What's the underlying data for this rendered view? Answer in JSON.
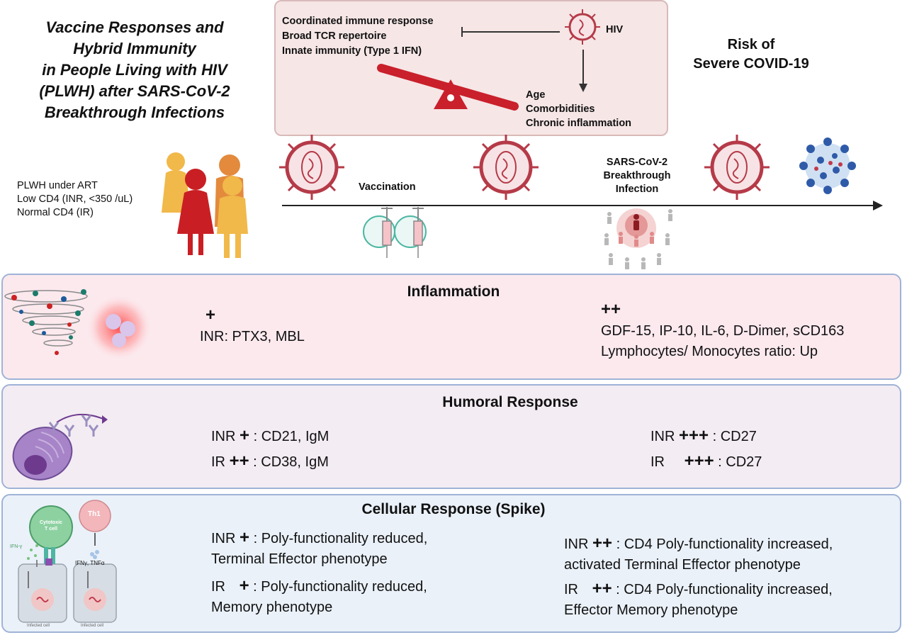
{
  "title_lines": [
    "Vaccine Responses and",
    "Hybrid Immunity",
    "in People Living with HIV",
    "(PLWH) after SARS-CoV-2",
    "Breakthrough Infections"
  ],
  "top_box": {
    "left_items": [
      "Coordinated immune response",
      "Broad TCR repertoire",
      "Innate immunity (Type 1 IFN)"
    ],
    "hiv_label": "HIV",
    "right_items": [
      "Age",
      "Comorbidities",
      "Chronic inflammation"
    ]
  },
  "risk_lines": [
    "Risk of",
    "Severe COVID-19"
  ],
  "plwh_lines": [
    "PLWH under ART",
    "Low CD4 (INR, <350 /uL)",
    "Normal CD4 (IR)"
  ],
  "timeline": {
    "vaccination": "Vaccination",
    "breakthrough_lines": [
      "SARS-CoV-2",
      "Breakthrough",
      "Infection"
    ]
  },
  "inflammation": {
    "title": "Inflammation",
    "left_sign": "+",
    "left_line": "INR: PTX3, MBL",
    "right_sign": "++",
    "right_lines": [
      "GDF-15, IP-10, IL-6, D-Dimer, sCD163",
      "Lymphocytes/ Monocytes ratio: Up"
    ]
  },
  "humoral": {
    "title": "Humoral  Response",
    "left": [
      {
        "group": "INR",
        "sign": "+",
        "text": ": CD21, IgM"
      },
      {
        "group": "IR",
        "sign": "++",
        "text": ": CD38, IgM"
      }
    ],
    "right": [
      {
        "group": "INR",
        "sign": "+++",
        "text": ": CD27"
      },
      {
        "group": "IR",
        "sign": "+++",
        "text": ": CD27"
      }
    ]
  },
  "cellular": {
    "title": "Cellular  Response (Spike)",
    "left": [
      {
        "group": "INR",
        "sign": "+",
        "text": ": Poly-functionality reduced,",
        "line2": "Terminal Effector phenotype"
      },
      {
        "group": "IR",
        "sign": "+",
        "text": ": Poly-functionality reduced,",
        "line2": "Memory phenotype"
      }
    ],
    "right": [
      {
        "group": "INR",
        "sign": "++",
        "text": ": CD4 Poly-functionality increased,",
        "line2": "activated Terminal Effector phenotype"
      },
      {
        "group": "IR",
        "sign": "++",
        "text": ": CD4 Poly-functionality increased,",
        "line2": "Effector Memory phenotype"
      }
    ],
    "icon_labels": {
      "cytotoxic": [
        "Cytotoxic",
        "T cell"
      ],
      "th1": "Th1",
      "ifn_gamma": "IFN-γ",
      "ifn_tnf": "IFNγ, TNFα",
      "infected_cell": "Infected cell"
    }
  },
  "colors": {
    "panel_border": "#9fb3d6",
    "inflammation_bg": "#fbe9ee",
    "humoral_bg": "#f3ecf3",
    "cellular_bg": "#eaf1f9",
    "virus": "#b53a48",
    "seesaw": "#c9202b"
  }
}
